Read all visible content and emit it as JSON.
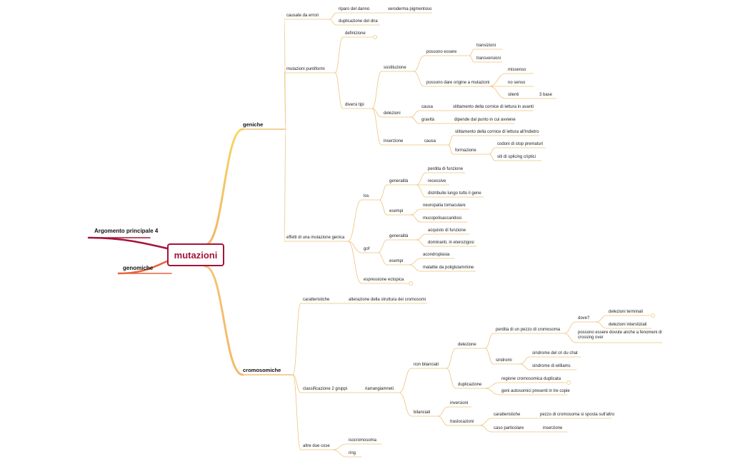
{
  "central": "mutazioni",
  "side_topics": [
    "Argomento principale 4",
    "genomiche"
  ],
  "branches": [
    {
      "label": "geniche",
      "children": [
        {
          "label": "causate da errori",
          "children": [
            {
              "label": "riparo del danno",
              "children": [
                {
                  "label": "xeroderma pigmentoso"
                }
              ]
            },
            {
              "label": "duplicazione del dna"
            }
          ]
        },
        {
          "label": "mutazioni puntiformi",
          "children": [
            {
              "label": "definizione"
            },
            {
              "label": "diversi tipi",
              "children": [
                {
                  "label": "sostituzione",
                  "children": [
                    {
                      "label": "possono essere",
                      "children": [
                        {
                          "label": "transizioni"
                        },
                        {
                          "label": "transversioni"
                        }
                      ]
                    },
                    {
                      "label": "possono dare origine a mutazioni",
                      "children": [
                        {
                          "label": "missenso"
                        },
                        {
                          "label": "no senso"
                        },
                        {
                          "label": "silenti",
                          "children": [
                            {
                              "label": "3 base"
                            }
                          ]
                        }
                      ]
                    }
                  ]
                },
                {
                  "label": "delezioni",
                  "children": [
                    {
                      "label": "causa",
                      "children": [
                        {
                          "label": "slittamento della cornice di lettura in avanti"
                        }
                      ]
                    },
                    {
                      "label": "gravità",
                      "children": [
                        {
                          "label": "dipende dal punto in cui avviene"
                        }
                      ]
                    }
                  ]
                },
                {
                  "label": "inserzione",
                  "children": [
                    {
                      "label": "causa",
                      "children": [
                        {
                          "label": "slittamento della cornice di lettura all'indietro"
                        },
                        {
                          "label": "formazione",
                          "children": [
                            {
                              "label": "codoni di stop prematuri"
                            },
                            {
                              "label": "siti di splicing criptici"
                            }
                          ]
                        }
                      ]
                    }
                  ]
                }
              ]
            }
          ]
        },
        {
          "label": "effetti di una mutazione genica",
          "children": [
            {
              "label": "los",
              "children": [
                {
                  "label": "generalità",
                  "children": [
                    {
                      "label": "perdita di funzione"
                    },
                    {
                      "label": "recessive"
                    },
                    {
                      "label": "distribuite lungo tutto il gene"
                    }
                  ]
                },
                {
                  "label": "esempi",
                  "children": [
                    {
                      "label": "neuropatia tomaculare"
                    },
                    {
                      "label": "mucopolisaccaridosi"
                    }
                  ]
                }
              ]
            },
            {
              "label": "gof",
              "children": [
                {
                  "label": "generalità",
                  "children": [
                    {
                      "label": "acquisto di funzione"
                    },
                    {
                      "label": "dominanti, in eterozigosi"
                    }
                  ]
                },
                {
                  "label": "esempi",
                  "children": [
                    {
                      "label": "acondroplasia"
                    },
                    {
                      "label": "malattie da poliglutammine"
                    }
                  ]
                }
              ]
            },
            {
              "label": "espressione ectopica"
            }
          ]
        }
      ]
    },
    {
      "label": "cromosomiche",
      "children": [
        {
          "label": "caratteristiche",
          "children": [
            {
              "label": "alterazione della struttura dei cromosomi"
            }
          ]
        },
        {
          "label": "classificazione 2 gruppi",
          "children": [
            {
              "label": "riarrangiamneti",
              "children": [
                {
                  "label": "non bilanciati",
                  "children": [
                    {
                      "label": "delezione",
                      "children": [
                        {
                          "label": "perdita di un pezzo di cromosoma",
                          "children": [
                            {
                              "label": "dove?",
                              "children": [
                                {
                                  "label": "delezioni terminali"
                                },
                                {
                                  "label": "delezioni interstiziali"
                                }
                              ]
                            },
                            {
                              "label": "possono essere dovute anche a fenomeni di crossing over"
                            }
                          ]
                        },
                        {
                          "label": "sindromi",
                          "children": [
                            {
                              "label": "sindrome del cri du chat"
                            },
                            {
                              "label": "sindrome di williams"
                            }
                          ]
                        }
                      ]
                    },
                    {
                      "label": "duplicazione",
                      "children": [
                        {
                          "label": "regione cromosomica duplicata"
                        },
                        {
                          "label": "geni autosomici presenti in tre copie"
                        }
                      ]
                    }
                  ]
                },
                {
                  "label": "bilanciati",
                  "children": [
                    {
                      "label": "inversioni"
                    },
                    {
                      "label": "traslocazioni",
                      "children": [
                        {
                          "label": "caratteristiche",
                          "children": [
                            {
                              "label": "pezzo di cromosoma si sposta sull'altro"
                            }
                          ]
                        },
                        {
                          "label": "caso particolare",
                          "children": [
                            {
                              "label": "inserzione"
                            }
                          ]
                        }
                      ]
                    }
                  ]
                }
              ]
            }
          ]
        },
        {
          "label": "altre due cose",
          "children": [
            {
              "label": "isocromosoma"
            },
            {
              "label": "ring"
            }
          ]
        }
      ]
    }
  ]
}
